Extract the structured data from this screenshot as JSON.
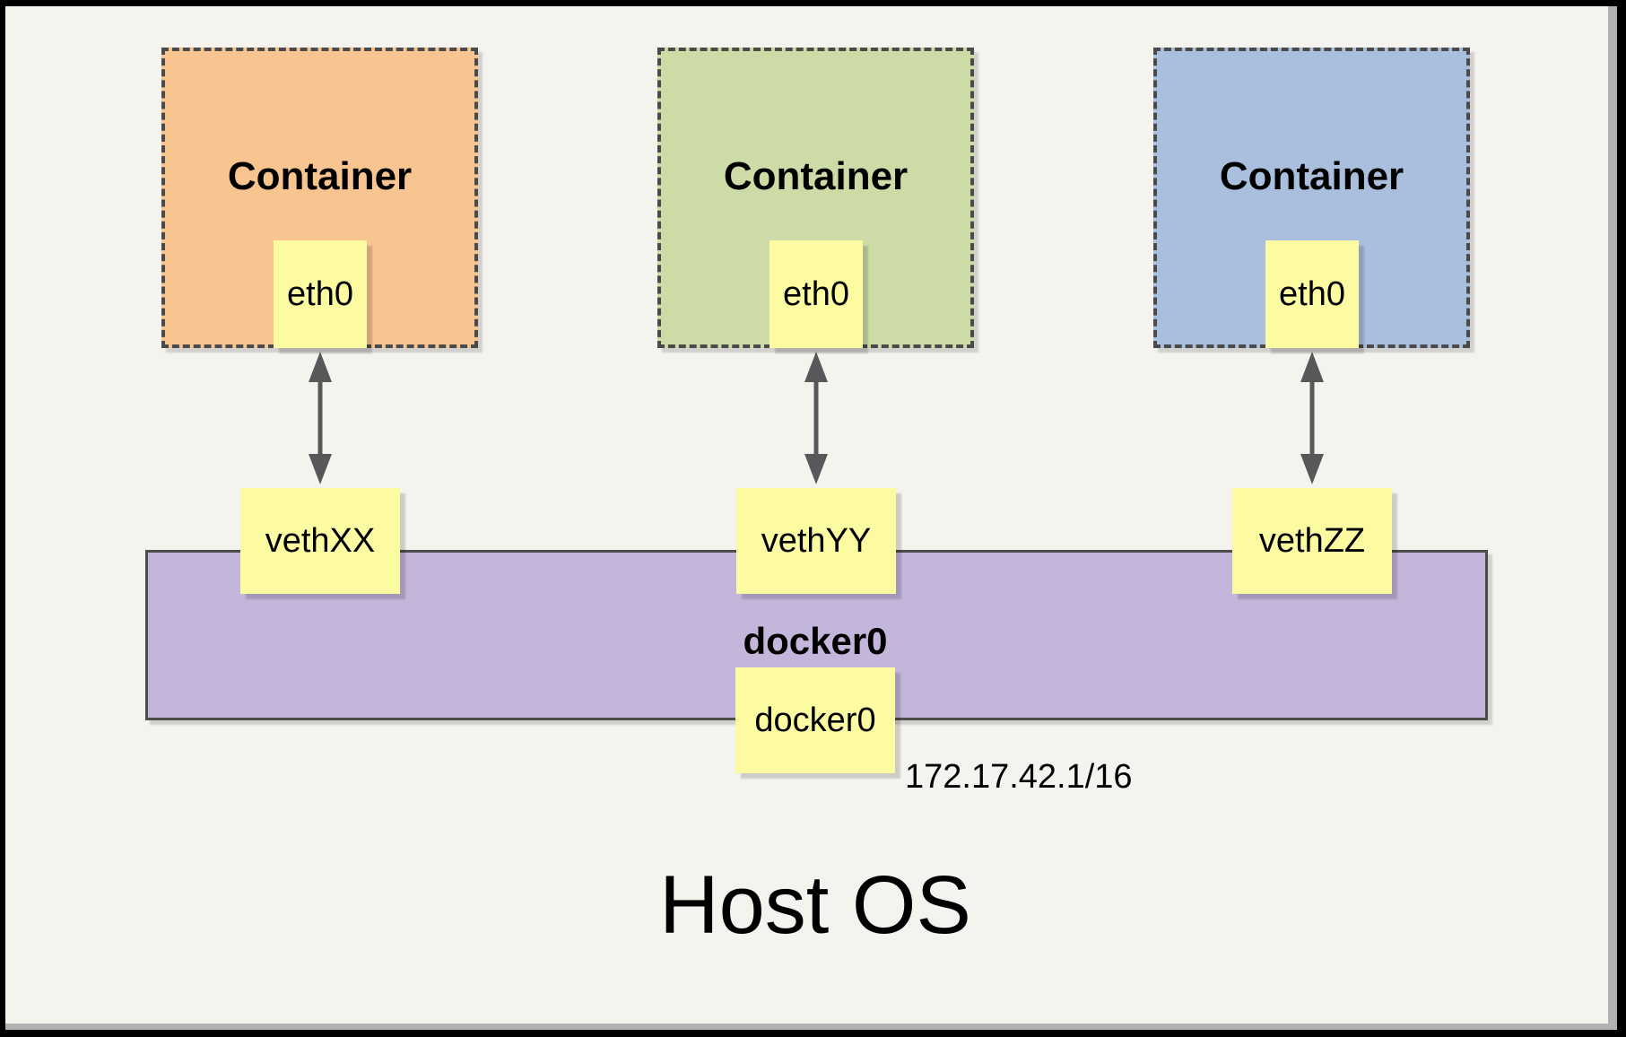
{
  "host": {
    "label": "Host OS"
  },
  "bridge": {
    "name": "docker0",
    "interface": "docker0",
    "ip": "172.17.42.1/16",
    "fill": "#c3b6da",
    "border_color": "#4d4d4d"
  },
  "containers": [
    {
      "label": "Container",
      "interface": "eth0",
      "veth": "vethXX",
      "fill": "#f8c48f"
    },
    {
      "label": "Container",
      "interface": "eth0",
      "veth": "vethYY",
      "fill": "#cddca7"
    },
    {
      "label": "Container",
      "interface": "eth0",
      "veth": "vethZZ",
      "fill": "#aabfdd"
    }
  ],
  "note_fill": "#fdfba2",
  "arrow_color": "#58585a",
  "dash_border_color": "#4a4a4a",
  "background": "#f4f3ee"
}
